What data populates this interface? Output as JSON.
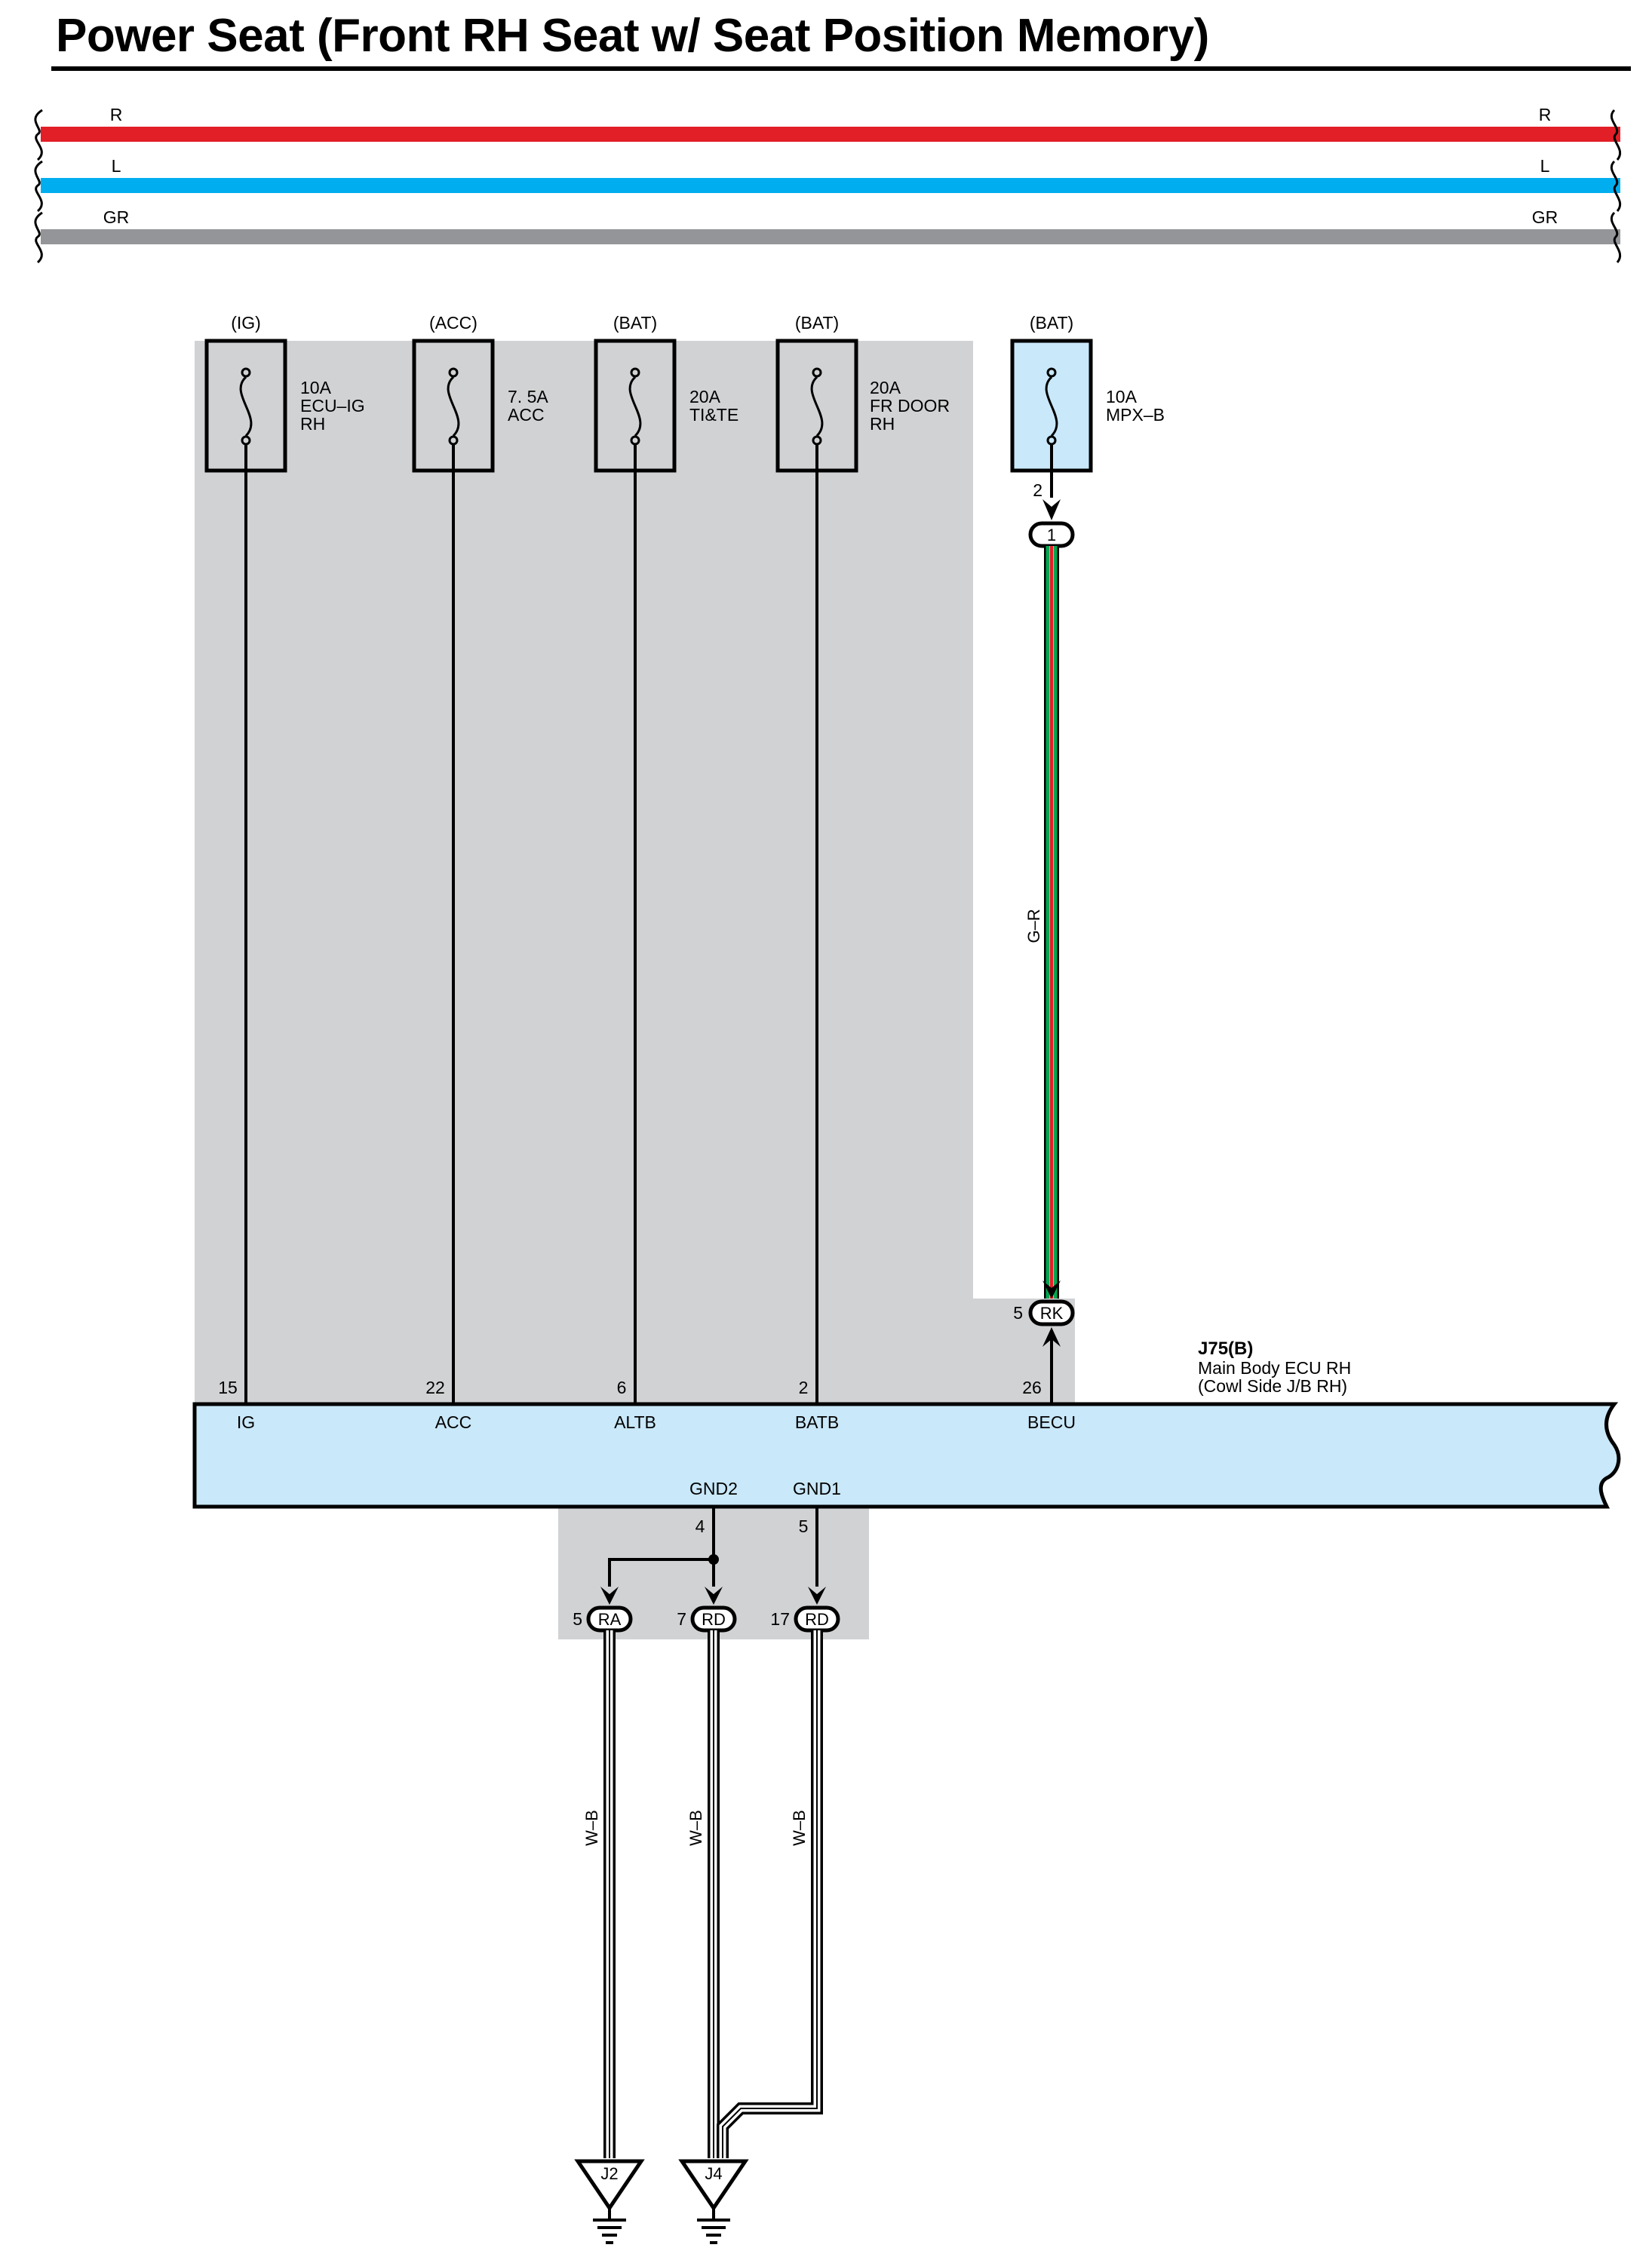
{
  "title": "Power Seat (Front RH Seat w/ Seat Position Memory)",
  "buses": [
    {
      "id": "r",
      "label": "R",
      "color": "#e21e26"
    },
    {
      "id": "l",
      "label": "L",
      "color": "#00aeef"
    },
    {
      "id": "gr",
      "label": "GR",
      "color": "#939598"
    }
  ],
  "fuses": [
    {
      "id": "ecu-ig",
      "source": "(IG)",
      "lines": [
        "10A",
        "ECU–IG",
        "RH"
      ]
    },
    {
      "id": "acc",
      "source": "(ACC)",
      "lines": [
        "7. 5A",
        "ACC"
      ]
    },
    {
      "id": "tite",
      "source": "(BAT)",
      "lines": [
        "20A",
        "TI&TE"
      ]
    },
    {
      "id": "frdoor",
      "source": "(BAT)",
      "lines": [
        "20A",
        "FR DOOR",
        "RH"
      ]
    },
    {
      "id": "mpxb",
      "source": "(BAT)",
      "lines": [
        "10A",
        "MPX–B"
      ],
      "pin": "2"
    }
  ],
  "connectors": {
    "inline1": "1",
    "rk": {
      "code": "RK",
      "pin": "5"
    },
    "ra": {
      "code": "RA",
      "pin": "5"
    },
    "rd7": {
      "code": "RD",
      "pin": "7"
    },
    "rd17": {
      "code": "RD",
      "pin": "17"
    }
  },
  "wire_colors": {
    "mpx": "G–R",
    "ground_a": "W–B",
    "ground_b": "W–B",
    "ground_c": "W–B"
  },
  "ecu": {
    "code": "J75(B)",
    "name": "Main Body ECU RH",
    "location": "(Cowl Side J/B RH)",
    "top_pins": [
      {
        "number": "15",
        "name": "IG"
      },
      {
        "number": "22",
        "name": "ACC"
      },
      {
        "number": "6",
        "name": "ALTB"
      },
      {
        "number": "2",
        "name": "BATB"
      },
      {
        "number": "26",
        "name": "BECU"
      }
    ],
    "bottom_pins": [
      {
        "number": "4",
        "name": "GND2"
      },
      {
        "number": "5",
        "name": "GND1"
      }
    ]
  },
  "grounds": [
    "J2",
    "J4"
  ]
}
